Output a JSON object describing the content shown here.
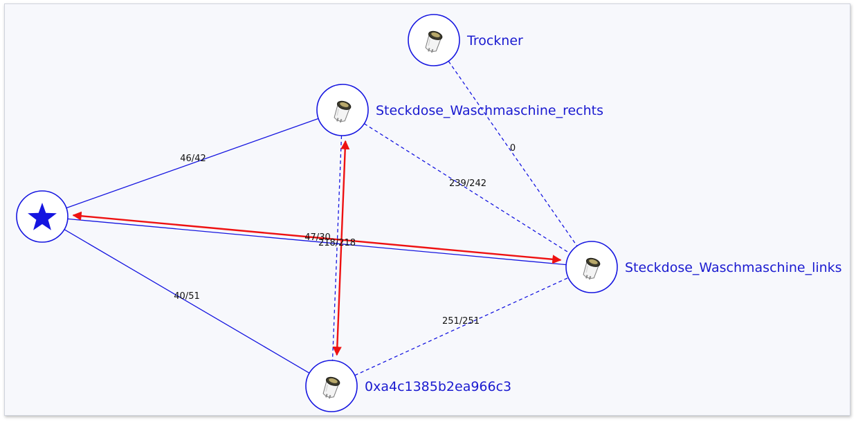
{
  "colors": {
    "node_stroke": "#1515e0",
    "label": "#1a1ad0",
    "route": "#ee1111",
    "background": "#f7f8fc"
  },
  "nodes": [
    {
      "id": "coordinator",
      "label": "",
      "icon": "star-icon",
      "kind": "coordinator"
    },
    {
      "id": "trockner",
      "label": "Trockner",
      "icon": "smart-plug-icon",
      "kind": "router"
    },
    {
      "id": "rechts",
      "label": "Steckdose_Waschmaschine_rechts",
      "icon": "smart-plug-icon",
      "kind": "router"
    },
    {
      "id": "links",
      "label": "Steckdose_Waschmaschine_links",
      "icon": "smart-plug-icon",
      "kind": "router"
    },
    {
      "id": "unnamed",
      "label": "0xa4c1385b2ea966c3",
      "icon": "smart-plug-icon",
      "kind": "router"
    }
  ],
  "links": [
    {
      "from": "coordinator",
      "to": "rechts",
      "label": "46/42",
      "style": "solid"
    },
    {
      "from": "coordinator",
      "to": "links",
      "label": "47/30",
      "style": "solid"
    },
    {
      "from": "coordinator",
      "to": "unnamed",
      "label": "40/51",
      "style": "solid"
    },
    {
      "from": "trockner",
      "to": "links",
      "label": "0",
      "style": "dashed"
    },
    {
      "from": "rechts",
      "to": "links",
      "label": "239/242",
      "style": "dashed"
    },
    {
      "from": "rechts",
      "to": "unnamed",
      "label": "218/218",
      "style": "dashed"
    },
    {
      "from": "unnamed",
      "to": "links",
      "label": "251/251",
      "style": "dashed"
    }
  ],
  "routes": [
    {
      "from": "links",
      "to": "coordinator"
    },
    {
      "from": "coordinator",
      "to": "links"
    },
    {
      "from": "rechts",
      "to": "unnamed"
    },
    {
      "from": "unnamed",
      "to": "rechts"
    }
  ]
}
